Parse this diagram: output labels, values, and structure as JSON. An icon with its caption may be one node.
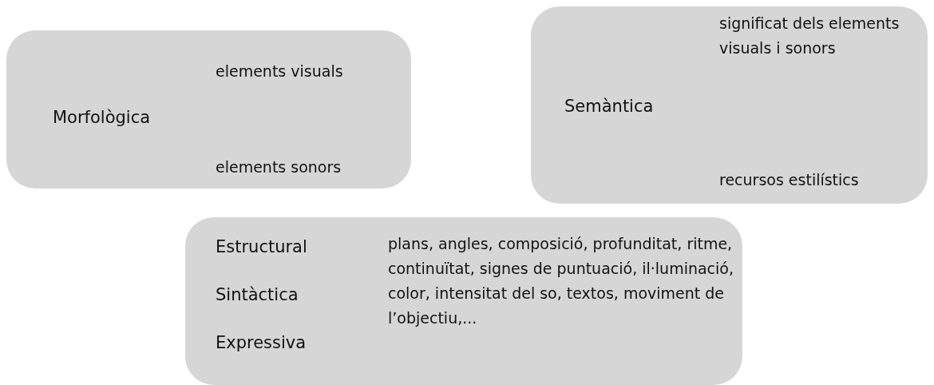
{
  "diagram": {
    "nodes": [
      {
        "text": [
          "Morfològica",
          "elements visuals",
          "elements sonors"
        ]
      },
      {
        "text": [
          "Semàntica",
          "significat dels elements visuals i sonors",
          "recursos estilístics"
        ]
      },
      {
        "text": [
          "Estructural",
          "Sintàctica",
          "Expressiva",
          "plans, angles, composició, profunditat, ritme, continuïtat, signes de puntuació, il·luminació, color, intensitat del so, textos, moviment de l’objectiu,..."
        ]
      }
    ]
  }
}
